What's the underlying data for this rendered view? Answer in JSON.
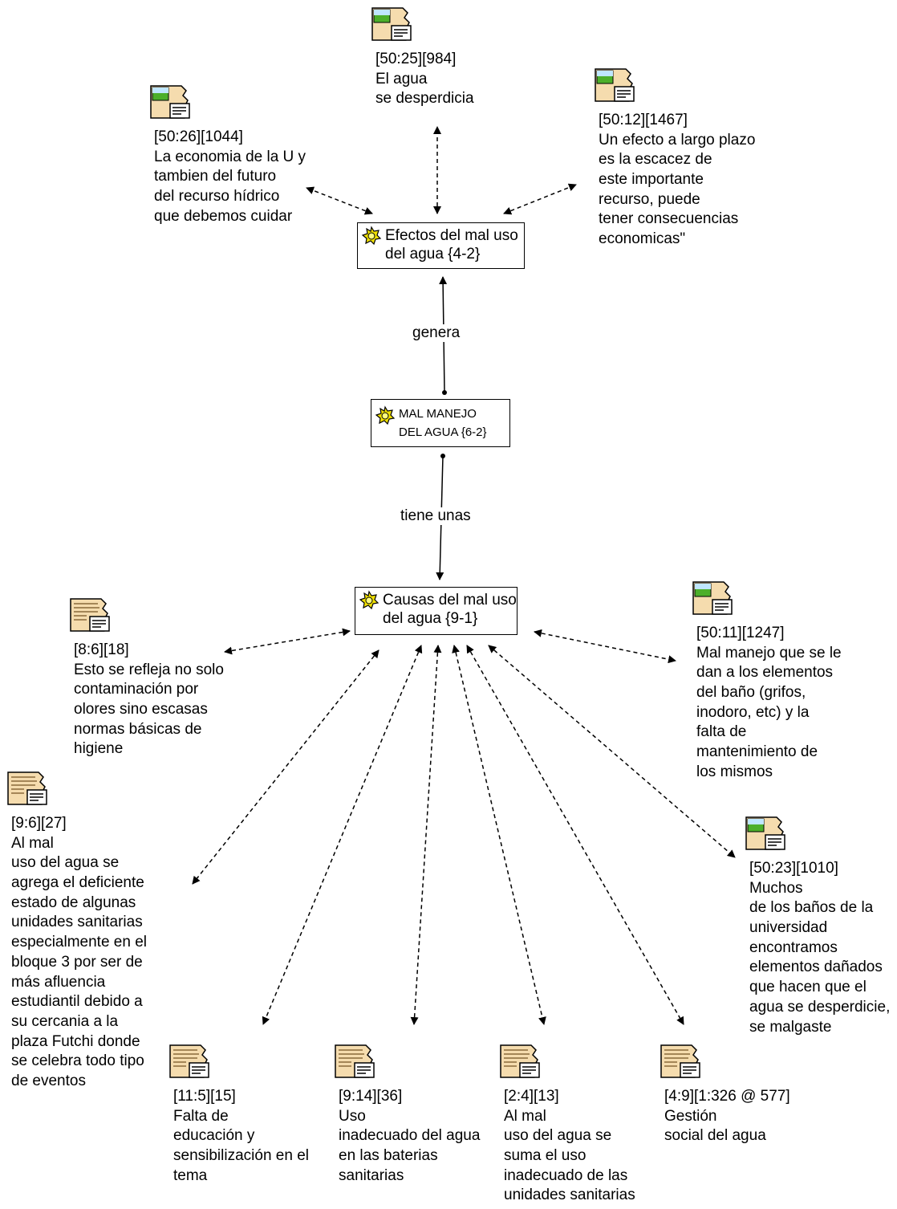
{
  "colors": {
    "line": "#000000",
    "icon_fill": "#f5dcae",
    "icon_green": "#4caf2a",
    "code_icon": "#f0e000"
  },
  "codes": {
    "effects": {
      "label": "Efectos del mal uso\ndel agua {4-2}"
    },
    "mal_manejo": {
      "label": "MAL MANEJO\nDEL AGUA {6-2}"
    },
    "causes": {
      "label": "Causas del mal uso\ndel agua {9-1}"
    }
  },
  "relations": {
    "genera": "genera",
    "tiene_unas": "tiene unas"
  },
  "quotes": {
    "q_50_26": {
      "icon": "image-document-icon",
      "text": "[50:26][1044]\nLa economia de la U y\ntambien del futuro\ndel recurso hídrico\nque debemos cuidar"
    },
    "q_50_25": {
      "icon": "image-document-icon",
      "text": "[50:25][984]\nEl agua\nse desperdicia"
    },
    "q_50_12": {
      "icon": "image-document-icon",
      "text": "[50:12][1467]\nUn efecto a largo plazo\nes la escacez de\neste importante\nrecurso, puede\ntener consecuencias\neconomicas\""
    },
    "q_8_6": {
      "icon": "text-document-icon",
      "text": "[8:6][18]\nEsto se refleja no solo\ncontaminación por\nolores sino escasas\nnormas básicas de\nhigiene"
    },
    "q_50_11": {
      "icon": "image-document-icon",
      "text": "[50:11][1247]\nMal manejo que se le\ndan a los elementos\ndel baño (grifos,\ninodoro, etc) y la\nfalta de\nmantenimiento de\nlos mismos"
    },
    "q_9_6": {
      "icon": "text-document-icon",
      "text": "[9:6][27]\nAl mal\nuso del agua se\nagrega el deficiente\nestado de algunas\nunidades sanitarias\nespecialmente en el\nbloque 3 por ser de\nmás afluencia\nestudiantil debido a\nsu cercania a la\nplaza Futchi donde\nse celebra todo tipo\nde eventos"
    },
    "q_50_23": {
      "icon": "image-document-icon",
      "text": "[50:23][1010]\nMuchos\nde los baños de la\nuniversidad\nencontramos\nelementos dañados\nque hacen que el\nagua se desperdicie,\nse malgaste"
    },
    "q_11_5": {
      "icon": "text-document-icon",
      "text": "[11:5][15]\nFalta de\neducación y\nsensibilización en el\ntema"
    },
    "q_9_14": {
      "icon": "text-document-icon",
      "text": "[9:14][36]\nUso\ninadecuado del agua\nen las baterias\nsanitarias"
    },
    "q_2_4": {
      "icon": "text-document-icon",
      "text": "[2:4][13]\nAl mal\nuso del agua se\nsuma el uso\ninadecuado de las\nunidades sanitarias"
    },
    "q_4_9": {
      "icon": "text-document-icon",
      "text": "[4:9][1:326 @ 577]\nGestión\nsocial del agua"
    }
  }
}
